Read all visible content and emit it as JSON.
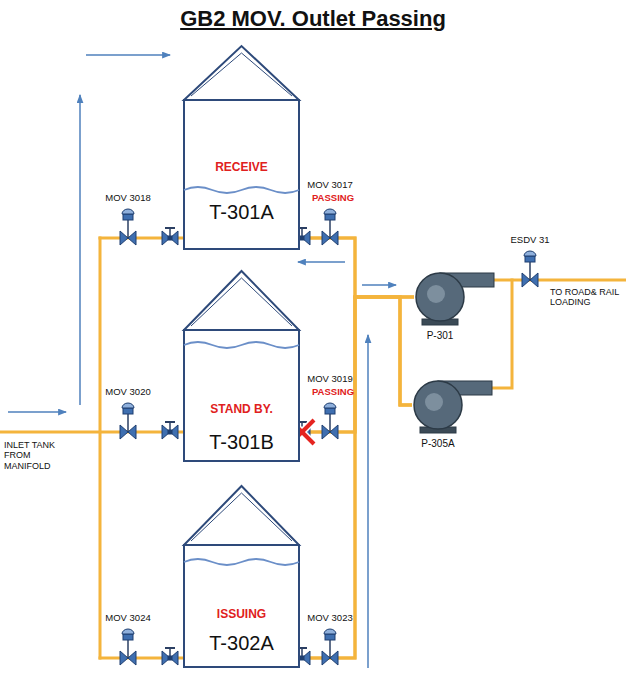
{
  "diagram": {
    "title": "GB2 MOV. Outlet Passing",
    "nodes": [
      {
        "text": [
          "RECEIVE",
          "T-301A"
        ]
      },
      {
        "text": [
          "STAND BY.",
          "T-301B"
        ]
      },
      {
        "text": [
          "ISSUING",
          "T-302A"
        ]
      },
      {
        "text": [
          "P-301"
        ]
      },
      {
        "text": [
          "P-305A"
        ]
      }
    ],
    "edges": [
      {
        "from": 0,
        "to": 3,
        "arrow": "none"
      },
      {
        "from": 0,
        "to": 4,
        "arrow": "none"
      },
      {
        "from": 1,
        "to": 3,
        "arrow": "none"
      },
      {
        "from": 1,
        "to": 4,
        "arrow": "none"
      },
      {
        "from": 2,
        "to": 3,
        "arrow": "none"
      },
      {
        "from": 2,
        "to": 4,
        "arrow": "none"
      }
    ],
    "labels": [
      "MOV 3018",
      "MOV 3017",
      "PASSING",
      "MOV 3020",
      "MOV 3019",
      "PASSING",
      "MOV 3024",
      "MOV 3023",
      "ESDV 31",
      "INLET TANK FROM MANIFOLD",
      "TO ROAD& RAIL LOADING"
    ]
  }
}
